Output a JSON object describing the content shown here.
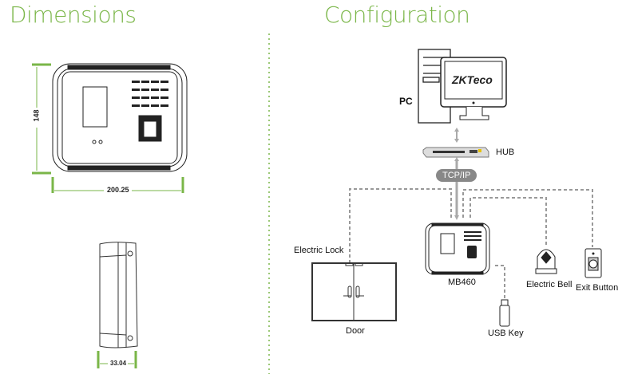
{
  "titles": {
    "dimensions": "Dimensions",
    "configuration": "Configuration"
  },
  "dimensions": {
    "height": "148",
    "width": "200.25",
    "depth": "33.04"
  },
  "config": {
    "pc_label": "PC",
    "hub_label": "HUB",
    "protocol_label": "TCP/IP",
    "logo_text": "ZKTeco",
    "device_label": "MB460",
    "electric_lock_label": "Electric Lock",
    "door_label": "Door",
    "usb_label": "USB Key",
    "bell_label": "Electric Bell",
    "exit_label": "Exit Button"
  },
  "colors": {
    "accent": "#7ab648",
    "connector": "#999999"
  }
}
